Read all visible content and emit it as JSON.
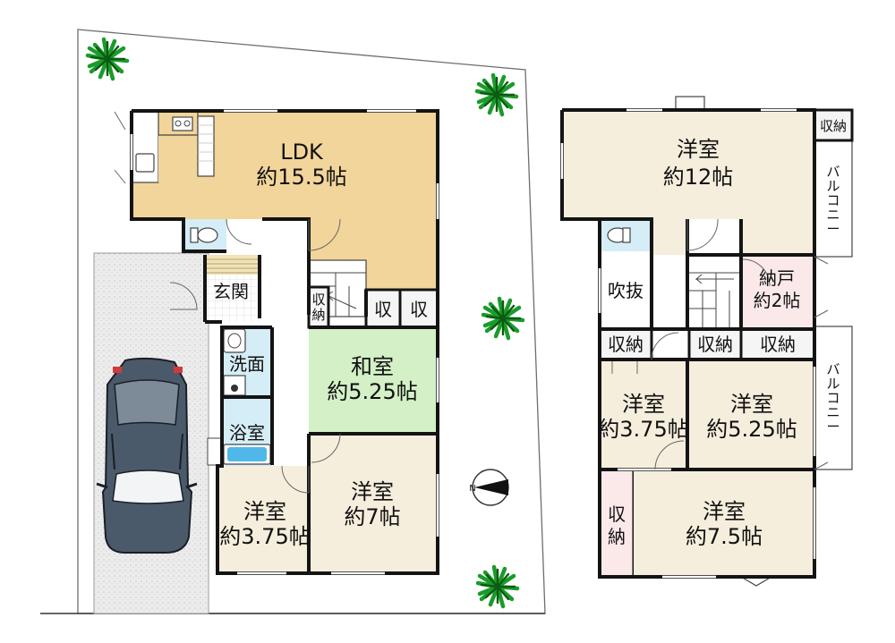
{
  "floor1": {
    "ldk": {
      "name": "LDK",
      "size": "約15.5帖"
    },
    "genkan": "玄関",
    "senmen": "洗面",
    "yokushitsu": "浴室",
    "washitsu": {
      "name": "和室",
      "size": "約5.25帖"
    },
    "yoshitsu_a": {
      "name": "洋室",
      "size": "約3.75帖"
    },
    "yoshitsu_b": {
      "name": "洋室",
      "size": "約7帖"
    },
    "storage_stair": [
      "収",
      "納"
    ],
    "storage_1": "収",
    "storage_2": "収"
  },
  "floor2": {
    "yoshitsu_12": {
      "name": "洋室",
      "size": "約12帖"
    },
    "storage_top": "収納",
    "balcony_top": [
      "バ",
      "ル",
      "コ",
      "ニ",
      "ー"
    ],
    "balcony_mid": [
      "バ",
      "ル",
      "コ",
      "ニ",
      "ー"
    ],
    "nando": {
      "name": "納戸",
      "size": "約2帖"
    },
    "fukinuke": "吹抜",
    "storage_row": [
      "収納",
      "収納",
      "収納"
    ],
    "yoshitsu_375": {
      "name": "洋室",
      "size": "約3.75帖"
    },
    "yoshitsu_525": {
      "name": "洋室",
      "size": "約5.25帖"
    },
    "storage_left": [
      "収",
      "納"
    ],
    "yoshitsu_75": {
      "name": "洋室",
      "size": "約7.5帖"
    }
  },
  "colors": {
    "ldk": "#f2d59a",
    "room": "#f6eedd",
    "washitsu": "#d4f0c6",
    "wet": "#d5edf6",
    "nando": "#fbe9ea",
    "storage": "#f5f5f5",
    "parking": "#ececec",
    "wall": "#141414"
  },
  "icons": [
    "tree-icon",
    "car-icon",
    "compass-icon",
    "stairs-icon",
    "kitchen-icon",
    "toilet-icon",
    "bathtub-icon",
    "sink-icon"
  ]
}
